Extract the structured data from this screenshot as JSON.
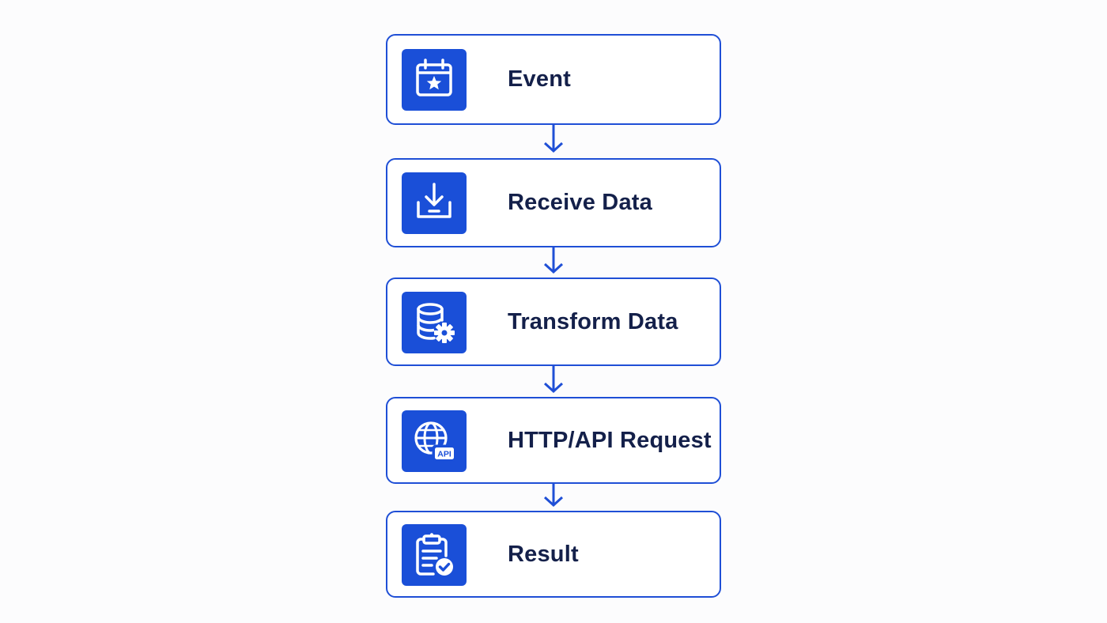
{
  "colors": {
    "accent": "#1f4fd6",
    "icon_tile": "#1a4fd8",
    "label_text": "#14204a",
    "background": "#fcfcfd"
  },
  "steps": [
    {
      "label": "Event",
      "icon": "calendar-star-icon"
    },
    {
      "label": "Receive Data",
      "icon": "download-tray-icon"
    },
    {
      "label": "Transform Data",
      "icon": "database-gear-icon"
    },
    {
      "label": "HTTP/API Request",
      "icon": "globe-api-icon",
      "icon_text": "API"
    },
    {
      "label": "Result",
      "icon": "clipboard-check-icon"
    }
  ]
}
